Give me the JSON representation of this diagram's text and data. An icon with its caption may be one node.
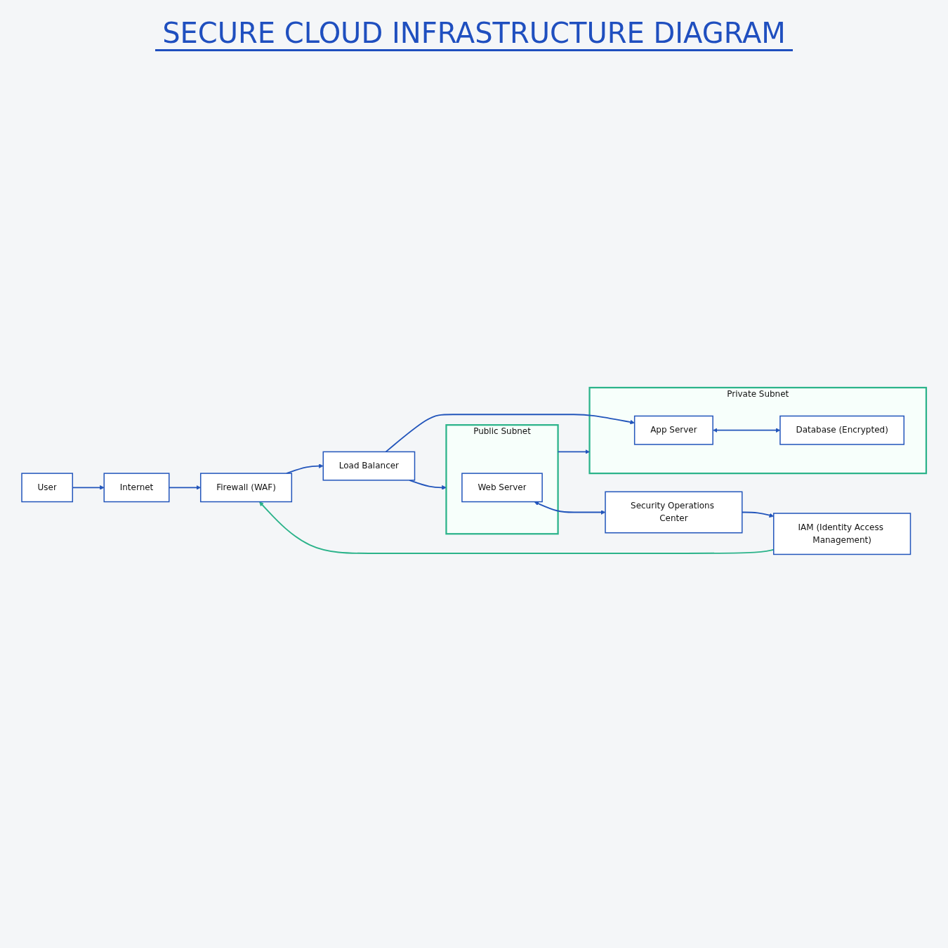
{
  "diagram": {
    "title": "SECURE CLOUD INFRASTRUCTURE DIAGRAM",
    "nodes": [
      {
        "text": [
          "User"
        ]
      },
      {
        "text": [
          "Internet"
        ]
      },
      {
        "text": [
          "Firewall (WAF)"
        ]
      },
      {
        "text": [
          "Load Balancer"
        ]
      },
      {
        "text": [
          "Public Subnet"
        ]
      },
      {
        "text": [
          "Web Server"
        ],
        "in": 4
      },
      {
        "text": [
          "Private Subnet"
        ]
      },
      {
        "text": [
          "App Server"
        ],
        "in": 6
      },
      {
        "text": [
          "Database (Encrypted)"
        ],
        "in": 6
      },
      {
        "text": [
          "IAM (Identity Access Management)"
        ]
      },
      {
        "text": [
          "Security Operations Center"
        ]
      }
    ],
    "edges": [
      {
        "from": 0,
        "to": 1,
        "arrow": "to"
      },
      {
        "from": 1,
        "to": 2,
        "arrow": "to"
      },
      {
        "from": 2,
        "to": 3,
        "arrow": "to"
      },
      {
        "from": 3,
        "to": 4,
        "arrow": "to"
      },
      {
        "from": 3,
        "to": 7,
        "arrow": "to"
      },
      {
        "from": 4,
        "to": 6,
        "arrow": "to"
      },
      {
        "from": 7,
        "to": 8,
        "arrow": "both"
      },
      {
        "from": 5,
        "to": 10,
        "arrow": "both"
      },
      {
        "from": 10,
        "to": 9,
        "arrow": "to"
      },
      {
        "from": 9,
        "to": 2,
        "arrow": "to",
        "color": "#2bb38a"
      }
    ]
  }
}
